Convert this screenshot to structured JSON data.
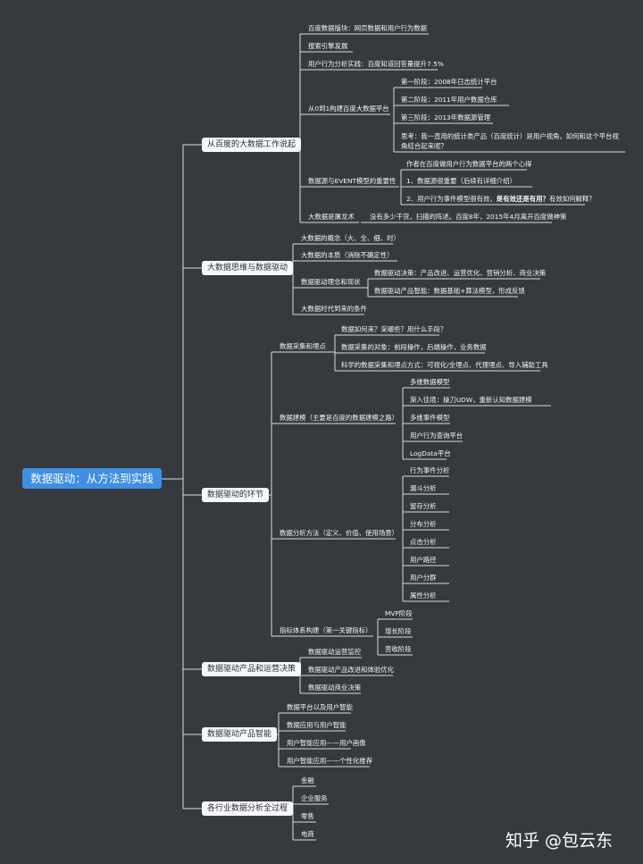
{
  "root": "数据驱动：从方法到实践",
  "watermark": "知乎 @包云东",
  "branches": [
    {
      "label": "从百度的大数据工作说起",
      "children": [
        {
          "label": "百度数据版块：网页数据和用户行为数据"
        },
        {
          "label": "搜索引擎发展"
        },
        {
          "label": "用户行为分析实践：百度知道回答量提升7.5%"
        },
        {
          "label": "从0到1构建百度大数据平台",
          "children": [
            {
              "label": "第一阶段：2008年日志统计平台"
            },
            {
              "label": "第二阶段：2011年用户数据仓库"
            },
            {
              "label": "第三阶段：2013年数据源管理"
            },
            {
              "label": "思考：我一直用的统计类产品（百度统计）是用户视角，如何和这个平台视角结合起来呢？"
            }
          ]
        },
        {
          "label": "数据源与EVENT模型的重要性",
          "children": [
            {
              "label": "作者在百度做用户行为数据平台的两个心得"
            },
            {
              "label": "1、数据源很重要（后续有详细介绍）"
            },
            {
              "label": "2、用户行为事件模型很有效，",
              "bold": "是有效还是有用？",
              "tail": "有效如何解释？"
            }
          ]
        },
        {
          "label": "大数据是屠龙术",
          "children": [
            {
              "label": "没有多少干货，扫描的阵述。百度8年，2015年4月离开百度做神策"
            }
          ]
        }
      ]
    },
    {
      "label": "大数据思维与数据驱动",
      "children": [
        {
          "label": "大数据的概念（大、全、细、时）"
        },
        {
          "label": "大数据的本质（消除不确定性）"
        },
        {
          "label": "数据驱动理念和现状",
          "children": [
            {
              "label": "数据驱动决策：产品改进、运营优化、营销分析、商业决策"
            },
            {
              "label": "数据驱动产品智能：数据基础+算法模型，形成反馈"
            }
          ]
        },
        {
          "label": "大数据时代到来的条件"
        }
      ]
    },
    {
      "label": "数据驱动的环节",
      "children": [
        {
          "label": "数据采集和埋点",
          "children": [
            {
              "label": "数据如何来？采哪些？用什么手段？"
            },
            {
              "label": "数据采集的对象：前段操作，后端操作，业务数据"
            },
            {
              "label": "科学的数据采集和埋点方式：可视化/全埋点、代理埋点、导入辅助工具"
            }
          ]
        },
        {
          "label": "数据建模（主要是百度的数据建模之路）",
          "children": [
            {
              "label": "多维数据模型"
            },
            {
              "label": "渐入佳境：操刀UDW，重新认知数据建模"
            },
            {
              "label": "多维事件模型"
            },
            {
              "label": "用户行为查询平台"
            },
            {
              "label": "LogData平台"
            }
          ]
        },
        {
          "label": "数据分析方法（定义、价值、使用场景）",
          "children": [
            {
              "label": "行为事件分析"
            },
            {
              "label": "漏斗分析"
            },
            {
              "label": "留存分析"
            },
            {
              "label": "分布分析"
            },
            {
              "label": "点击分析"
            },
            {
              "label": "用户路径"
            },
            {
              "label": "用户分群"
            },
            {
              "label": "属性分析"
            }
          ]
        },
        {
          "label": "指标体系构建（第一关键指标）",
          "children": [
            {
              "label": "MVP阶段"
            },
            {
              "label": "增长阶段"
            },
            {
              "label": "营收阶段"
            }
          ]
        }
      ]
    },
    {
      "label": "数据驱动产品和运营决策",
      "children": [
        {
          "label": "数据驱动运营监控"
        },
        {
          "label": "数据驱动产品改进和体验优化"
        },
        {
          "label": "数据驱动商业决策"
        }
      ]
    },
    {
      "label": "数据驱动产品智能",
      "children": [
        {
          "label": "数据平台以及用户智能"
        },
        {
          "label": "数据应用与用户智能"
        },
        {
          "label": "用户智能应用——用户画像"
        },
        {
          "label": "用户智能应用——个性化推荐"
        }
      ]
    },
    {
      "label": "各行业数据分析全过程",
      "children": [
        {
          "label": "金融"
        },
        {
          "label": "企业服务"
        },
        {
          "label": "零售"
        },
        {
          "label": "电商"
        }
      ]
    }
  ]
}
